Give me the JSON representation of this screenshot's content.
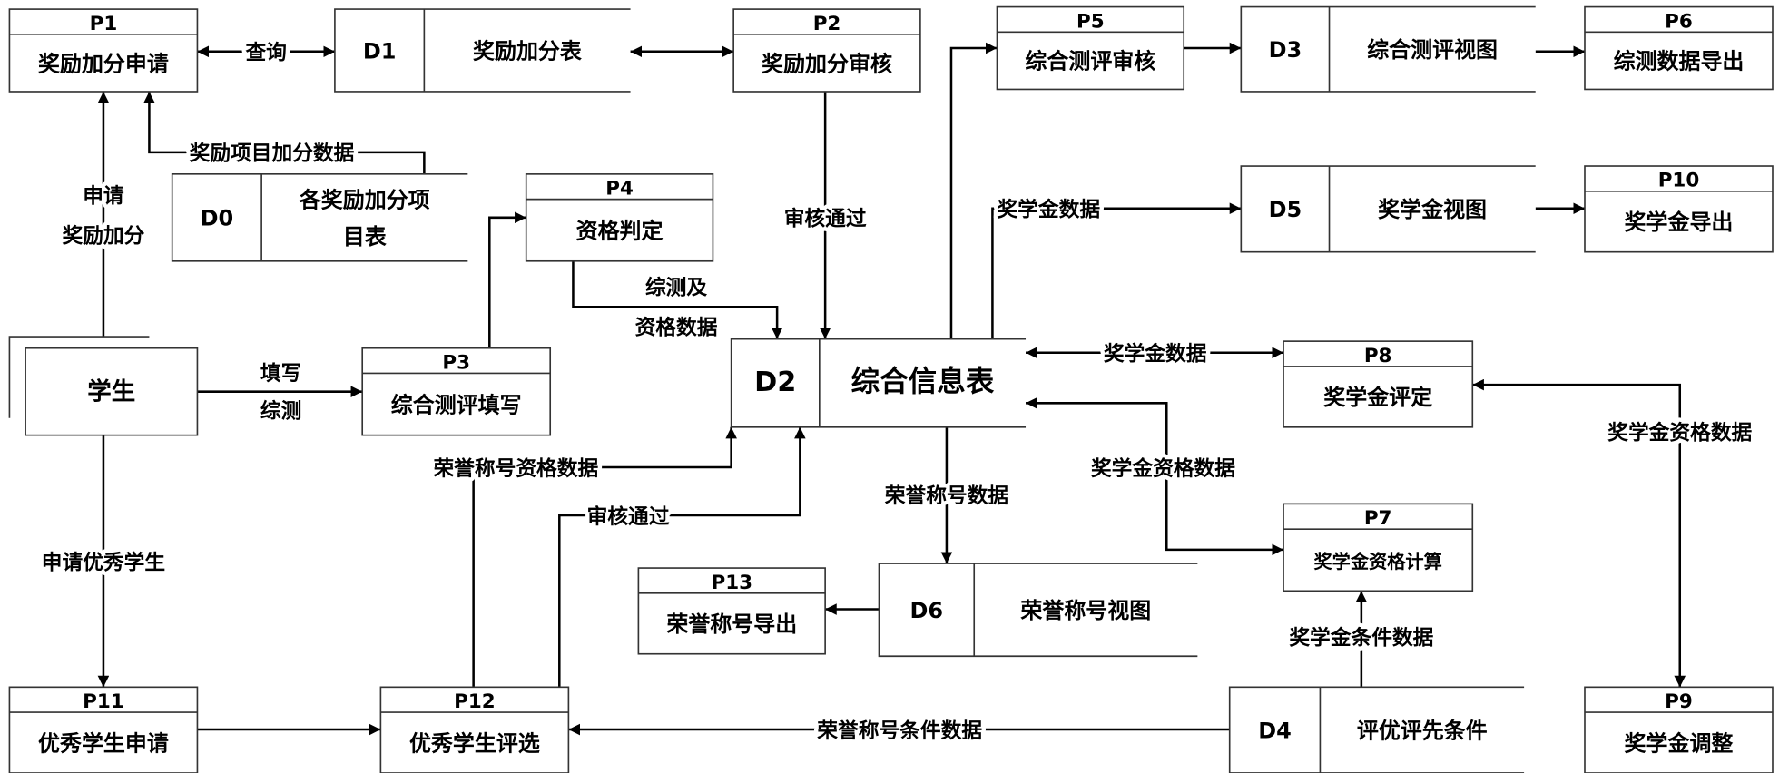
{
  "entity": {
    "label": "学生"
  },
  "processes": [
    {
      "id": "P1",
      "label": "奖励加分申请"
    },
    {
      "id": "P2",
      "label": "奖励加分审核"
    },
    {
      "id": "P5",
      "label": "综合测评审核"
    },
    {
      "id": "P6",
      "label": "综测数据导出"
    },
    {
      "id": "P4",
      "label": "资格判定"
    },
    {
      "id": "P10",
      "label": "奖学金导出"
    },
    {
      "id": "P3",
      "label": "综合测评填写"
    },
    {
      "id": "P8",
      "label": "奖学金评定"
    },
    {
      "id": "P7",
      "label": "奖学金资格计算"
    },
    {
      "id": "P13",
      "label": "荣誉称号导出"
    },
    {
      "id": "P11",
      "label": "优秀学生申请"
    },
    {
      "id": "P12",
      "label": "优秀学生评选"
    },
    {
      "id": "P9",
      "label": "奖学金调整"
    }
  ],
  "stores": [
    {
      "id": "D1",
      "label_lines": [
        "奖励加分表"
      ]
    },
    {
      "id": "D3",
      "label_lines": [
        "综合测评视图"
      ]
    },
    {
      "id": "D0",
      "label_lines": [
        "各奖励加分项",
        "目表"
      ]
    },
    {
      "id": "D5",
      "label_lines": [
        "奖学金视图"
      ]
    },
    {
      "id": "D2",
      "label_lines": [
        "综合信息表"
      ]
    },
    {
      "id": "D6",
      "label_lines": [
        "荣誉称号视图"
      ]
    },
    {
      "id": "D4",
      "label_lines": [
        "评优评先条件"
      ]
    }
  ],
  "flows": [
    {
      "label_lines": [
        "查询"
      ]
    },
    {
      "label_lines": []
    },
    {
      "label_lines": [
        "审核通过"
      ]
    },
    {
      "label_lines": []
    },
    {
      "label_lines": []
    },
    {
      "label_lines": []
    },
    {
      "label_lines": [
        "奖学金数据"
      ]
    },
    {
      "label_lines": []
    },
    {
      "label_lines": [
        "奖励项目加分数据"
      ]
    },
    {
      "label_lines": [
        "申请",
        "奖励加分"
      ]
    },
    {
      "label_lines": [
        "填写",
        "综测"
      ]
    },
    {
      "label_lines": []
    },
    {
      "label_lines": [
        "综测及",
        "资格数据"
      ]
    },
    {
      "label_lines": [
        "申请优秀学生"
      ]
    },
    {
      "label_lines": []
    },
    {
      "label_lines": [
        "荣誉称号资格数据"
      ]
    },
    {
      "label_lines": [
        "审核通过"
      ]
    },
    {
      "label_lines": [
        "荣誉称号数据"
      ]
    },
    {
      "label_lines": []
    },
    {
      "label_lines": [
        "荣誉称号条件数据"
      ]
    },
    {
      "label_lines": [
        "奖学金条件数据"
      ]
    },
    {
      "label_lines": [
        "奖学金资格数据"
      ]
    },
    {
      "label_lines": [
        "奖学金数据"
      ]
    },
    {
      "label_lines": [
        "奖学金资格数据"
      ]
    }
  ]
}
